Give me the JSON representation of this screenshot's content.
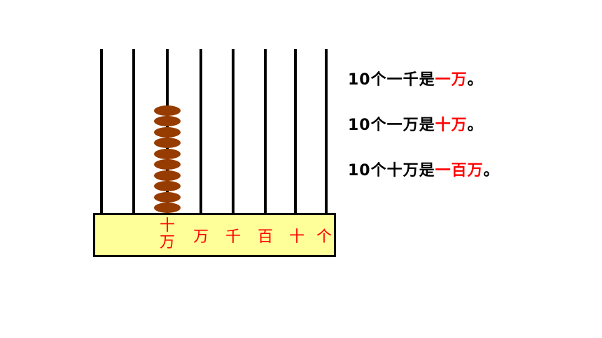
{
  "abacus": {
    "beads_on_rod_index": 2,
    "bead_count": 10,
    "bead_color": "#963c00",
    "base_color": "#ffff99",
    "label_color": "#ff0000",
    "place_labels": [
      "十万",
      "万",
      "千",
      "百",
      "十",
      "个"
    ]
  },
  "statements": [
    {
      "prefix": "10个一千是",
      "highlight": "一万",
      "suffix": "。"
    },
    {
      "prefix": "10个一万是",
      "highlight": "十万",
      "suffix": "。"
    },
    {
      "prefix": "10个十万是",
      "highlight": "一百万",
      "suffix": "。"
    }
  ]
}
